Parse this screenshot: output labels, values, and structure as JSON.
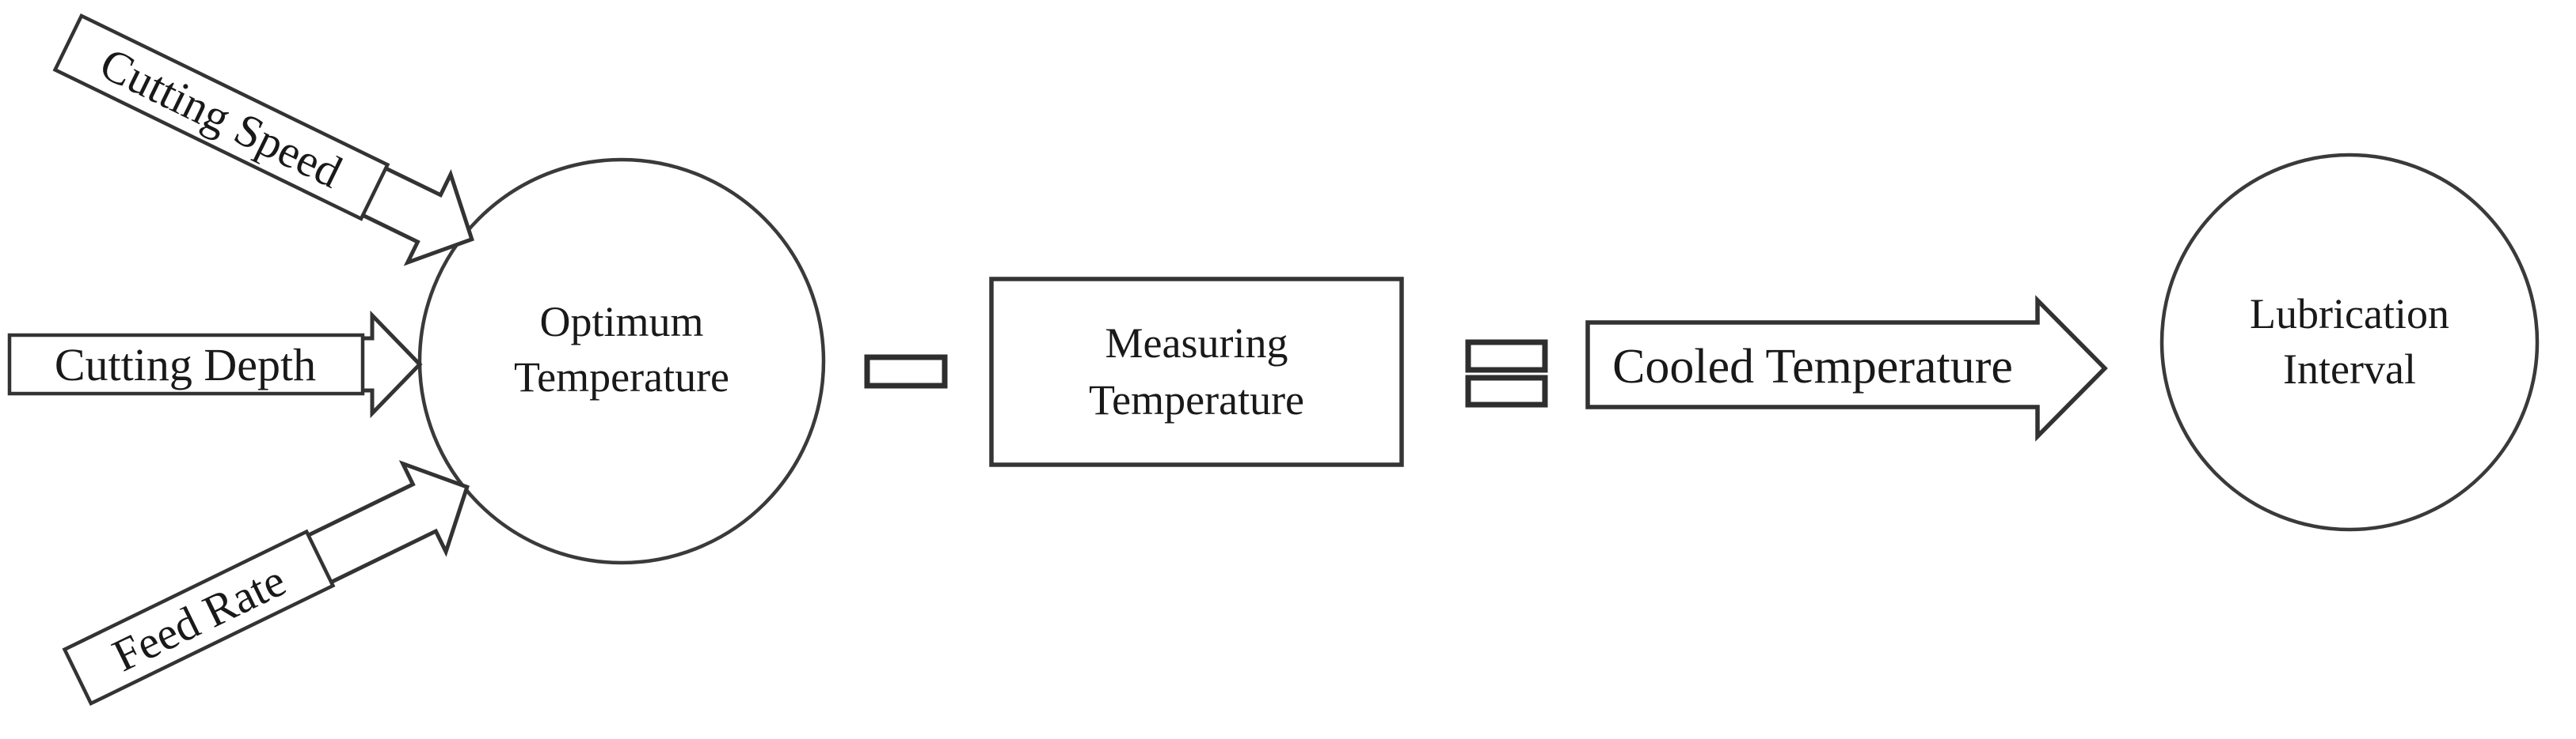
{
  "diagram": {
    "colors": {
      "background": "#ffffff",
      "stroke": "#333333",
      "text": "#191919"
    },
    "inputs": [
      {
        "id": "cutting-speed",
        "label": "Cutting Speed"
      },
      {
        "id": "cutting-depth",
        "label": "Cutting Depth"
      },
      {
        "id": "feed-rate",
        "label": "Feed Rate"
      }
    ],
    "nodes": {
      "optimum": {
        "line1": "Optimum",
        "line2": "Temperature"
      },
      "measuring": {
        "line1": "Measuring",
        "line2": "Temperature"
      },
      "cooled": {
        "label": "Cooled Temperature"
      },
      "lubrication": {
        "line1": "Lubrication",
        "line2": "Interval"
      }
    },
    "operators": {
      "minus": "minus-icon",
      "equals": "equals-icon"
    }
  }
}
